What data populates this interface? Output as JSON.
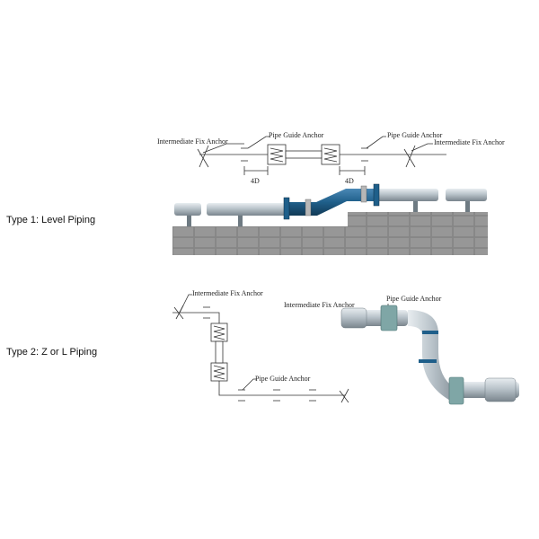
{
  "type1": {
    "label": "Type 1: Level Piping",
    "intermediate_fix_anchor_left": "Intermediate Fix Anchor",
    "pipe_guide_anchor_left": "Pipe Guide Anchor",
    "pipe_guide_anchor_right": "Pipe Guide Anchor",
    "intermediate_fix_anchor_right": "Intermediate Fix Anchor",
    "dim_left": "4D",
    "dim_right": "4D"
  },
  "type2": {
    "label": "Type 2: Z or L Piping",
    "intermediate_fix_anchor_top": "Intermediate Fix Anchor",
    "pipe_guide_anchor_bottom": "Pipe Guide Anchor",
    "intermediate_fix_anchor_3d": "Intermediate Fix Anchor",
    "pipe_guide_anchor_3d": "Pipe Guide Anchor"
  },
  "colors": {
    "pipe_steel": "#a9b4bc",
    "connector_blue": "#1f5f8a",
    "wall_gray": "#8d8d8d",
    "guide_teal": "#7fa6a6"
  }
}
